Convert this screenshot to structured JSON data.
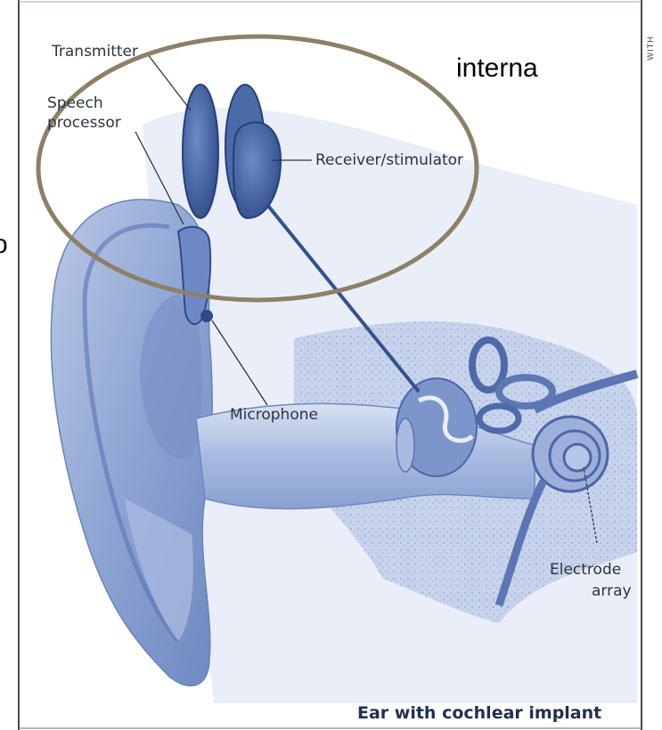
{
  "labels": {
    "transmitter": "Transmitter",
    "speech_processor_line1": "Speech",
    "speech_processor_line2": "processor",
    "receiver": "Receiver/stimulator",
    "microphone": "Microphone",
    "electrode_line1": "Electrode",
    "electrode_line2": "array"
  },
  "overlay": {
    "word": "interna",
    "cut_letter": "o"
  },
  "caption": "Ear with cochlear implant",
  "margin_text": "WITH",
  "colors": {
    "ear": "#8fa6d4",
    "ear_dark": "#5a74b4",
    "device": "#3d5a9a",
    "circle": "#8c8168",
    "label": "#2c3440",
    "caption": "#1f3050"
  }
}
